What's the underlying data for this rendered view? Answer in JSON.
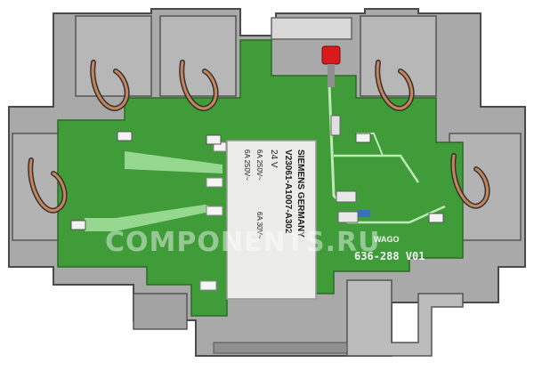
{
  "product": {
    "pcb_marking": "636-288 V01",
    "brand_logo": "WAGO",
    "relay_label": {
      "line1": "SIEMENS GERMANY",
      "line2": "V23061-A1007-A302",
      "line3": "24 V",
      "ratings": [
        "6A 250V~",
        "6A 30V~",
        "6A 250V~"
      ]
    }
  },
  "watermark": "COMPONENTS.RU",
  "colors": {
    "housing": "#a9a9a9",
    "pcb": "#3f9c39",
    "relay_body": "#ececea",
    "led": "#d91a1a",
    "copper": "#c9845a"
  }
}
